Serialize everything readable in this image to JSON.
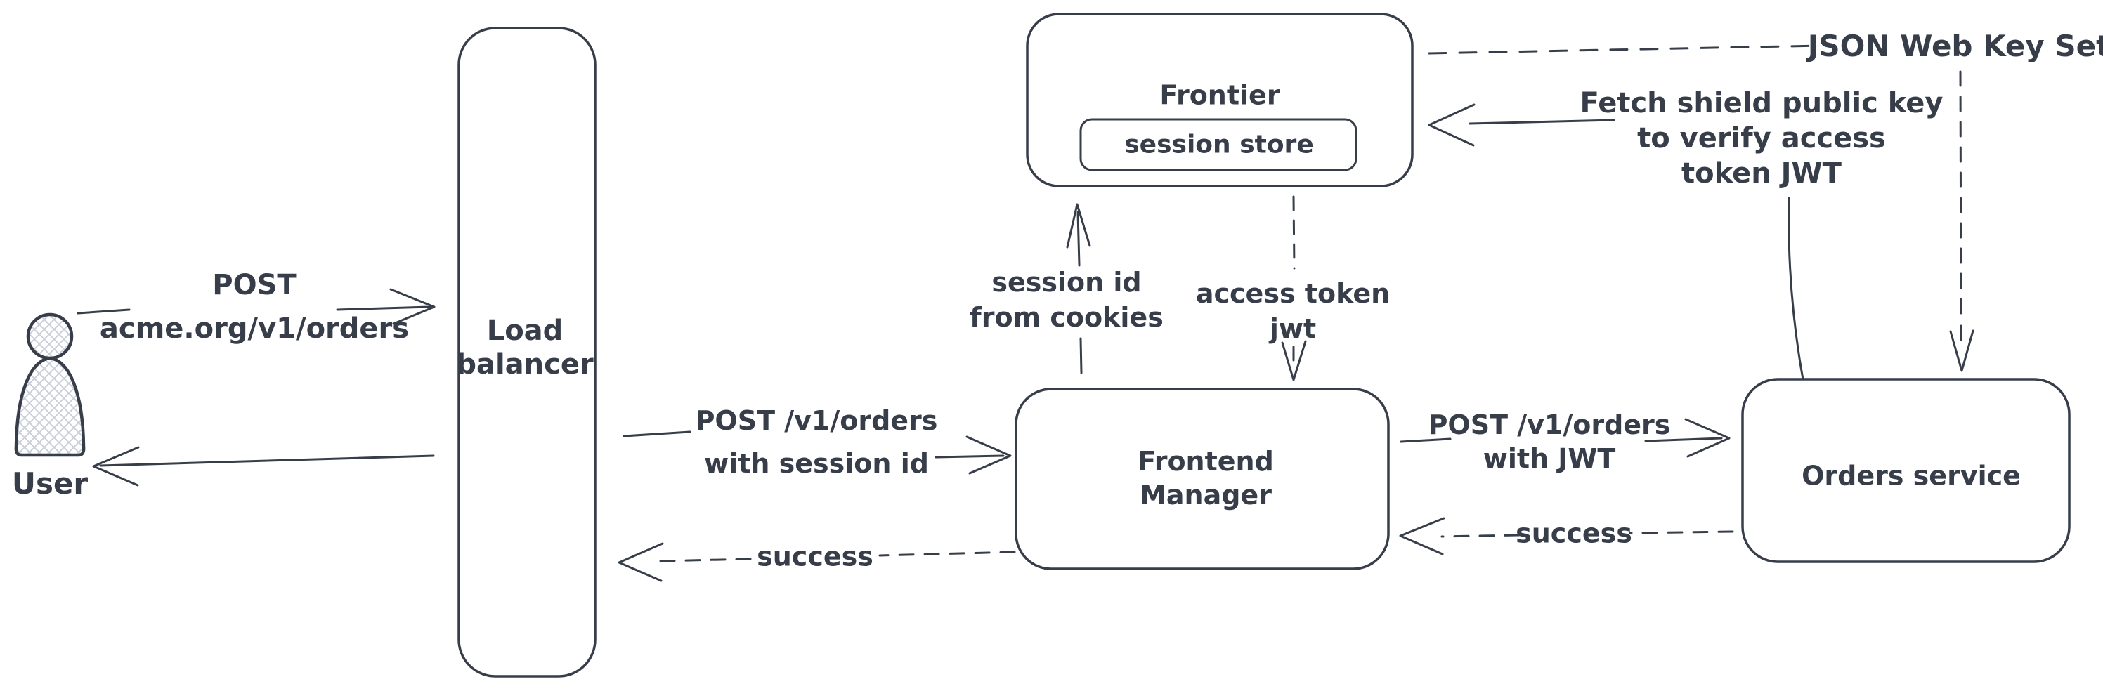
{
  "colors": {
    "stroke": "#373e4a",
    "hatch_fill": "#c7ced9",
    "background": "#ffffff"
  },
  "nodes": {
    "user": {
      "label": "User"
    },
    "load_balancer": {
      "line1": "Load",
      "line2": "balancer"
    },
    "frontier": {
      "label": "Frontier"
    },
    "session_store": {
      "label": "session store"
    },
    "frontend_manager": {
      "line1": "Frontend",
      "line2": "Manager"
    },
    "orders_service": {
      "label": "Orders service"
    }
  },
  "edges": {
    "user_to_lb": {
      "line1": "POST",
      "line2": "acme.org/v1/orders"
    },
    "lb_to_fm": {
      "line1": "POST /v1/orders",
      "line2": "with session id"
    },
    "fm_to_lb": {
      "label": "success"
    },
    "fm_to_frontier": {
      "line1": "session id",
      "line2": "from cookies"
    },
    "frontier_to_fm": {
      "line1": "access token",
      "line2": "jwt"
    },
    "fm_to_orders": {
      "line1": "POST /v1/orders",
      "line2": "with JWT"
    },
    "orders_to_fm": {
      "label": "success"
    },
    "orders_to_frontier": {
      "line1": "Fetch shield public key",
      "line2": "to verify access",
      "line3": "token JWT"
    },
    "jwks": {
      "label": "JSON Web Key Set"
    }
  }
}
